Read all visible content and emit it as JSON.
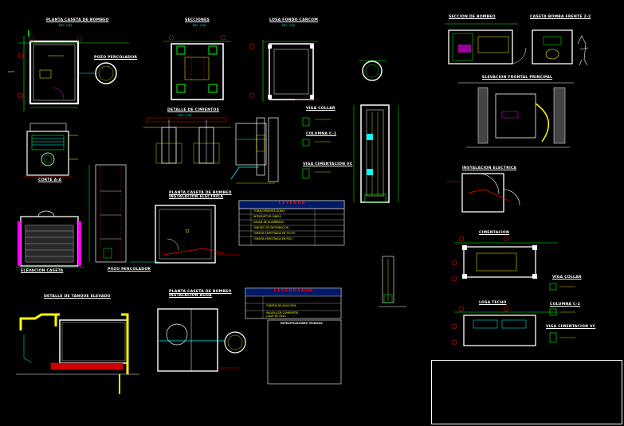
{
  "titles": {
    "planta_caseta": "PLANTA CASETA DE BOMBEO",
    "secciones": "SECCIONES",
    "losa_fondo": "LOSA FONDO CARCOM",
    "detalle_cimientos": "DETALLE DE CIMIENTOS",
    "corte_a": "CORTE A-A",
    "pozo_percolador": "POZO PERCOLADOR",
    "elevacion_caseta": "ELEVACION CASETA",
    "detalle_tanque": "DETALLE DE TANQUE ELEVADO",
    "planta_inst_electrica": "PLANTA CASETA DE BOMBEO INSTALACION ELECTRICA",
    "planta_inst_agua": "PLANTA CASETA DE BOMBEO INSTALACION AGUA",
    "viga_collar": "VIGA COLLAR",
    "columna": "COLUMNA C-1",
    "viga_cimentacion": "VIGA CIMENTACION VC",
    "seccion_bombeo": "SECCION DE BOMBEO",
    "caseta_bomba": "CASETA BOMBA FRENTE 2-2",
    "elevacion_principal": "ELEVACION FRONTAL PRINCIPAL",
    "instalacion_electrica": "INSTALACION ELECTRICA",
    "cimentacion": "CIMENTACION",
    "losa_techo": "LOSA TECHO",
    "viga_collar_2": "VIGA COLLAR",
    "columna_2": "COLUMNA C-2",
    "viga_cim_2": "VIGA CIMENTACION VC"
  },
  "scale": "ESC. 1:50",
  "legend_electric": {
    "title": "L E Y E N D A",
    "rows": [
      "TOMACORRIENTE DOBLE",
      "INTERRUPTOR SIMPLE",
      "SALIDA DE ALUMBRADO",
      "TABLERO DE DISTRIBUCION",
      "TUBERIA EMPOTRADA EN TECHO",
      "TUBERIA EMPOTRADA EN PISO"
    ]
  },
  "legend_water": {
    "title": "L E Y E N D A  AGUA",
    "rows": [
      "TUBERIA DE AGUA FRIA",
      "VALVULA DE COMPUERTA",
      "LLAVE DE PASO"
    ]
  },
  "notes_title": "ESPECIFICACIONES TECNICAS",
  "colors": {
    "wall": "#ffffff",
    "dim": "#00ff00",
    "grid": "#ff0000",
    "text": "#ffff00",
    "hatch": "#ff00ff",
    "pipe": "#00ffff"
  }
}
